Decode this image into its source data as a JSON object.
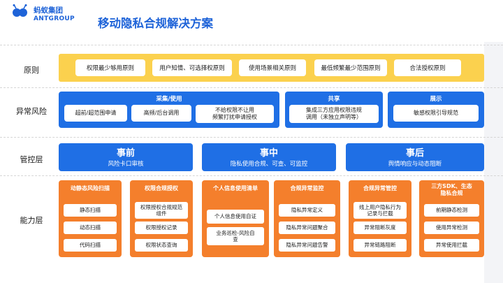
{
  "header": {
    "logo_cn": "蚂蚁集团",
    "logo_en": "ANTGROUP",
    "title": "移动隐私合规解决方案"
  },
  "rows": {
    "principles": "原则",
    "risks": "异常风险",
    "control": "管控层",
    "capability": "能力层"
  },
  "principles": [
    "权限最少够用原则",
    "用户知情、可选择权原则",
    "使用场景相关原则",
    "最低频繁最少范围原则",
    "合法授权原则"
  ],
  "risks": {
    "collect": {
      "header": "采集/使用",
      "items": [
        "超前/超范围申请",
        "高频/后台调用",
        "不给权限不让用\n频繁打扰申请授权"
      ]
    },
    "share": {
      "header": "共享",
      "items": [
        "集成三方应用权限违规\n调用（未独立声明等）"
      ]
    },
    "display": {
      "header": "展示",
      "items": [
        "敏感权限引导规范"
      ]
    }
  },
  "control": [
    {
      "title": "事前",
      "subtitle": "风险卡口审核"
    },
    {
      "title": "事中",
      "subtitle": "隐私使用合规、可查、可监控"
    },
    {
      "title": "事后",
      "subtitle": "舆情响应与动态阻断"
    }
  ],
  "capabilities": [
    {
      "header": "动静态风险扫描",
      "items": [
        "静态扫描",
        "动态扫描",
        "代码扫描"
      ]
    },
    {
      "header": "权限合规授权",
      "items": [
        "权限授权合规规范\n组件",
        "权限授权记录",
        "权限状态查询"
      ]
    },
    {
      "header": "个人信息使用清单",
      "items": [
        "个人信息使用自证",
        "业务巡检-风险自\n查"
      ]
    },
    {
      "header": "合规异常监控",
      "items": [
        "隐私异常定义",
        "隐私异常问题聚合",
        "隐私异常问题告警"
      ]
    },
    {
      "header": "合规异常管控",
      "items": [
        "线上用户隐私行为\n记录与拦截",
        "异常阻断灰度",
        "异常链路阻断"
      ]
    },
    {
      "header": "三方SDK、生态\n隐私合规",
      "items": [
        "前期静态检测",
        "使用异常检测",
        "异常使用拦截"
      ]
    }
  ],
  "colors": {
    "brand_blue": "#1e63d8",
    "box_blue": "#1f6fe5",
    "principle_yellow": "#fbd14e",
    "capability_orange": "#f47f2c"
  }
}
